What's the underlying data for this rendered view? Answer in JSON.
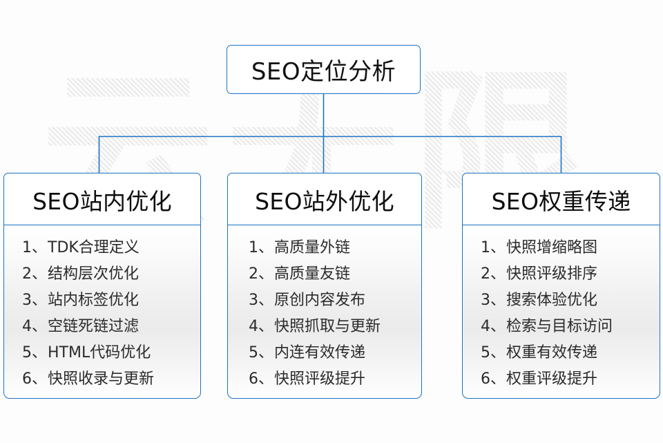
{
  "watermark": {
    "text": "云无限"
  },
  "colors": {
    "border_blue": "#1b72c4",
    "connector_blue": "#1b72c4",
    "text_dark": "#121212",
    "body_text": "#2a2a2a",
    "page_background": "#fdfdfd"
  },
  "root": {
    "title": "SEO定位分析"
  },
  "branches": [
    {
      "header": "SEO站内优化",
      "items": [
        {
          "index": "1、",
          "label": "TDK合理定义"
        },
        {
          "index": "2、",
          "label": "结构层次优化"
        },
        {
          "index": "3、",
          "label": "站内标签优化"
        },
        {
          "index": "4、",
          "label": "空链死链过滤"
        },
        {
          "index": "5、",
          "label": "HTML代码优化"
        },
        {
          "index": "6、",
          "label": "快照收录与更新"
        }
      ]
    },
    {
      "header": "SEO站外优化",
      "items": [
        {
          "index": "1、",
          "label": "高质量外链"
        },
        {
          "index": "2、",
          "label": "高质量友链"
        },
        {
          "index": "3、",
          "label": "原创内容发布"
        },
        {
          "index": "4、",
          "label": "快照抓取与更新"
        },
        {
          "index": "5、",
          "label": "内连有效传递"
        },
        {
          "index": "6、",
          "label": "快照评级提升"
        }
      ]
    },
    {
      "header": "SEO权重传递",
      "items": [
        {
          "index": "1、",
          "label": "快照增缩略图"
        },
        {
          "index": "2、",
          "label": "快照评级排序"
        },
        {
          "index": "3、",
          "label": "搜索体验优化"
        },
        {
          "index": "4、",
          "label": "检索与目标访问"
        },
        {
          "index": "5、",
          "label": "权重有效传递"
        },
        {
          "index": "6、",
          "label": "权重评级提升"
        }
      ]
    }
  ]
}
